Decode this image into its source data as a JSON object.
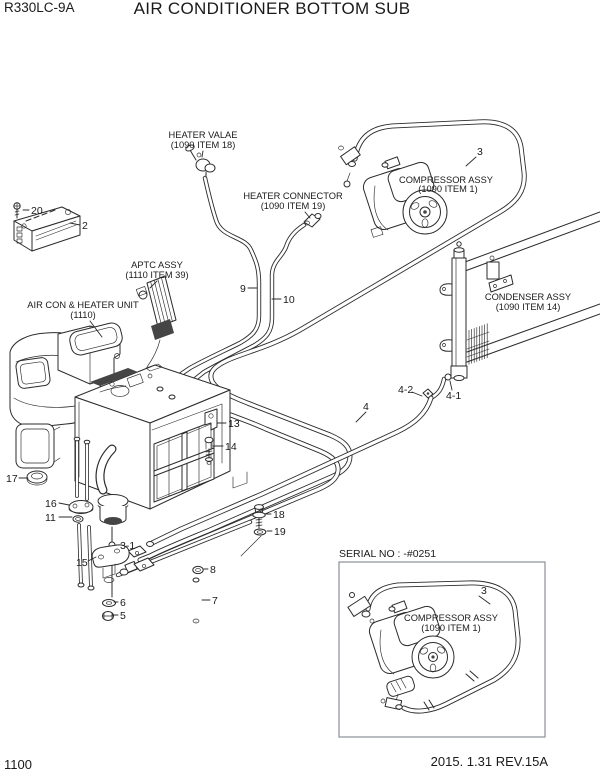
{
  "header": {
    "model": "R330LC-9A",
    "title": "AIR CONDITIONER BOTTOM SUB"
  },
  "footer": {
    "page_number": "1100",
    "revision": "2015. 1.31  REV.15A"
  },
  "inset": {
    "serial_no": "SERIAL NO : -#0251"
  },
  "callouts": {
    "heater_valve": {
      "line1": "HEATER VALAE",
      "line2": "(1090 ITEM 18)"
    },
    "heater_connector": {
      "line1": "HEATER CONNECTOR",
      "line2": "(1090 ITEM 19)"
    },
    "compressor_top": {
      "line1": "COMPRESSOR ASSY",
      "line2": "(1090 ITEM 1)"
    },
    "condenser": {
      "line1": "CONDENSER ASSY",
      "line2": "(1090 ITEM 14)"
    },
    "aptc": {
      "line1": "APTC ASSY",
      "line2": "(1110 ITEM 39)"
    },
    "aircon_heater_unit": {
      "line1": "AIR CON & HEATER UNIT",
      "line2": "(1110)"
    },
    "compressor_inset": {
      "line1": "COMPRESSOR ASSY",
      "line2": "(1090 ITEM 1)"
    }
  },
  "part_numbers": {
    "p20": "20",
    "p2": "2",
    "p9": "9",
    "p10": "10",
    "p3_top": "3",
    "p13": "13",
    "p14": "14",
    "p17": "17",
    "p16": "16",
    "p11": "11",
    "p3_1": "3-1",
    "p15": "15",
    "p18": "18",
    "p19": "19",
    "p8": "8",
    "p7": "7",
    "p6": "6",
    "p5": "5",
    "p4": "4",
    "p4_1": "4-1",
    "p4_2": "4-2",
    "p3_inset": "3"
  },
  "colors": {
    "line": "#2b2b2b",
    "background": "#ffffff",
    "inset_border": "#8a8f98"
  }
}
